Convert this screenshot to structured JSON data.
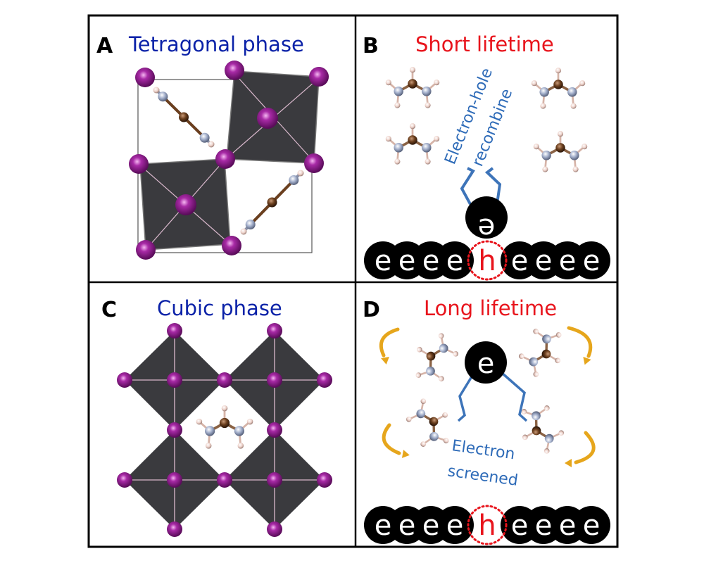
{
  "figure": {
    "panels": [
      {
        "letter": "A",
        "title": "Tetragonal phase",
        "title_color": "#0b22a8"
      },
      {
        "letter": "B",
        "title": "Short lifetime",
        "title_color": "#e8141c",
        "annotation_line1": "Electron-hole",
        "annotation_line2": "recombine",
        "electron_label": "e",
        "hole_label": "h",
        "chain_labels": [
          "e",
          "e",
          "e",
          "e",
          "e",
          "e",
          "e",
          "e"
        ]
      },
      {
        "letter": "C",
        "title": "Cubic phase",
        "title_color": "#0b22a8"
      },
      {
        "letter": "D",
        "title": "Long lifetime",
        "title_color": "#e8141c",
        "annotation_line1": "Electron",
        "annotation_line2": "screened",
        "electron_label": "e",
        "hole_label": "h",
        "chain_labels": [
          "e",
          "e",
          "e",
          "e",
          "e",
          "e",
          "e",
          "e"
        ]
      }
    ],
    "colors": {
      "iodine": "#8e1c8c",
      "octahedron": "#3a3a3e",
      "carbon": "#6b3f1e",
      "nitrogen": "#9aa6c4",
      "hydrogen": "#e8c8c0",
      "annotation_blue": "#2e6bb8",
      "arrow_gold": "#e6a61c",
      "hole_red": "#e8141c"
    }
  }
}
